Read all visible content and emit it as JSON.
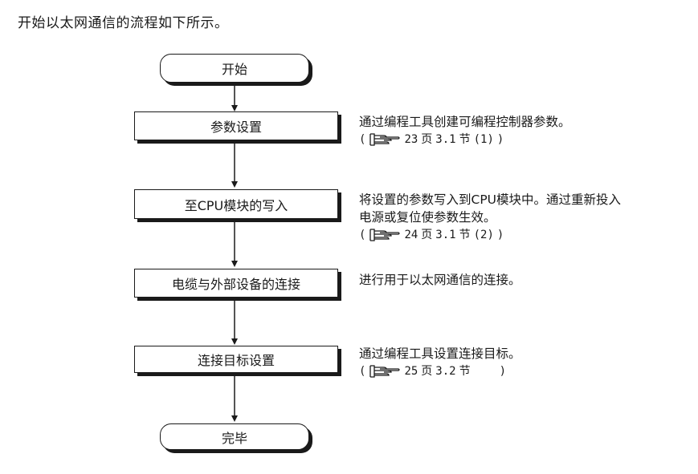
{
  "intro": "开始以太网通信的流程如下所示。",
  "flow": {
    "start_label": "开始",
    "end_label": "完毕",
    "steps": [
      {
        "label": "参数设置",
        "desc_lines": [
          "通过编程工具创建可编程控制器参数。"
        ],
        "ref": {
          "open": "(",
          "page": "23",
          "page_unit": "页",
          "section": "3.1",
          "section_unit": "节",
          "item": "(1)",
          "close": ")"
        }
      },
      {
        "label": "至CPU模块的写入",
        "desc_lines": [
          "将设置的参数写入到CPU模块中。通过重新投入",
          "电源或复位使参数生效。"
        ],
        "ref": {
          "open": "(",
          "page": "24",
          "page_unit": "页",
          "section": "3.1",
          "section_unit": "节",
          "item": "(2)",
          "close": ")"
        }
      },
      {
        "label": "电缆与外部设备的连接",
        "desc_lines": [
          "进行用于以太网通信的连接。"
        ]
      },
      {
        "label": "连接目标设置",
        "desc_lines": [
          "通过编程工具设置连接目标。"
        ],
        "ref": {
          "open": "(",
          "page": "25",
          "page_unit": "页",
          "section": "3.2",
          "section_unit": "节",
          "item": "",
          "close": ")"
        }
      }
    ]
  },
  "icons": {
    "reference": "pointing-hand-icon"
  }
}
